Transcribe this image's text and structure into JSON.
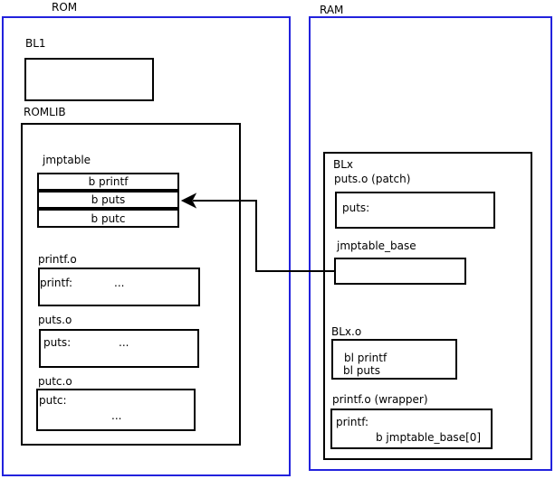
{
  "colors": {
    "frame_blue": "#2222dd",
    "box_border": "#000000",
    "background": "#ffffff",
    "text": "#000000"
  },
  "rom": {
    "label": "ROM",
    "bl1": {
      "label": "BL1"
    },
    "romlib": {
      "label": "ROMLIB",
      "jmptable": {
        "label": "jmptable",
        "rows": [
          "b printf",
          "b puts",
          "b putc"
        ]
      },
      "printf_o": {
        "label": "printf.o",
        "symbol": "printf:",
        "ellipsis": "..."
      },
      "puts_o": {
        "label": "puts.o",
        "symbol": "puts:",
        "ellipsis": "..."
      },
      "putc_o": {
        "label": "putc.o",
        "symbol": "putc:",
        "ellipsis": "..."
      }
    }
  },
  "ram": {
    "label": "RAM",
    "blx": {
      "label": "BLx",
      "puts_patch": {
        "label": "puts.o (patch)",
        "symbol": "puts:"
      },
      "jmptable_base": {
        "label": "jmptable_base"
      },
      "blx_o": {
        "label": "BLx.o",
        "line1": "bl printf",
        "line2": "bl puts"
      },
      "printf_wrapper": {
        "label": "printf.o (wrapper)",
        "symbol": "printf:",
        "body": "b jmptable_base[0]"
      }
    }
  }
}
